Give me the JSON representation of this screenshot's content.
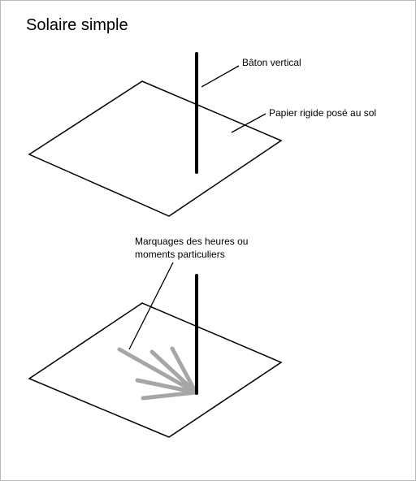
{
  "title": "Solaire simple",
  "labels": {
    "vertical_stick": "Bâton vertical",
    "rigid_paper": "Papier rigide posé au sol",
    "markings_line1": "Marquages des heures ou",
    "markings_line2": "moments particuliers"
  },
  "colors": {
    "outline": "#000000",
    "stick": "#000000",
    "markings": "#a6a6a6",
    "frame_border": "#b8b8b8"
  }
}
